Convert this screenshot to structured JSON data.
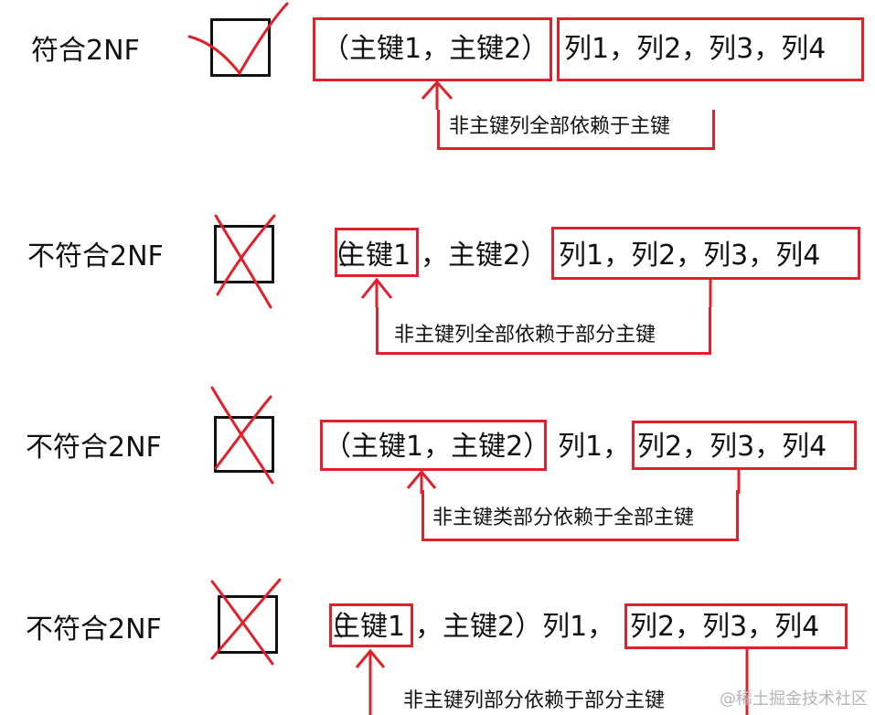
{
  "accent_color": "#e0202a",
  "rows": [
    {
      "verdict": "符合2NF",
      "mark": "check",
      "key_part": "（主键1，主键2）",
      "cols_part": "列1，列2，列3，列4",
      "note": "非主键列全部依赖于主键"
    },
    {
      "verdict": "不符合2NF",
      "mark": "cross",
      "key_open": "（",
      "key_highlight": "主键1",
      "key_rest": "，主键2）",
      "cols_part": "列1，列2，列3，列4",
      "note": "非主键列全部依赖于部分主键"
    },
    {
      "verdict": "不符合2NF",
      "mark": "cross",
      "key_part": "（主键1，主键2）",
      "mid_col": "列1，",
      "cols_part": "列2，列3，列4",
      "note": "非主键类部分依赖于全部主键"
    },
    {
      "verdict": "不符合2NF",
      "mark": "cross",
      "key_open": "（",
      "key_highlight": "主键1",
      "key_rest": "，主键2）列1，",
      "cols_part": "列2，列3，列4",
      "note": "非主键列部分依赖于部分主键"
    }
  ],
  "watermark": "@稀土掘金技术社区"
}
